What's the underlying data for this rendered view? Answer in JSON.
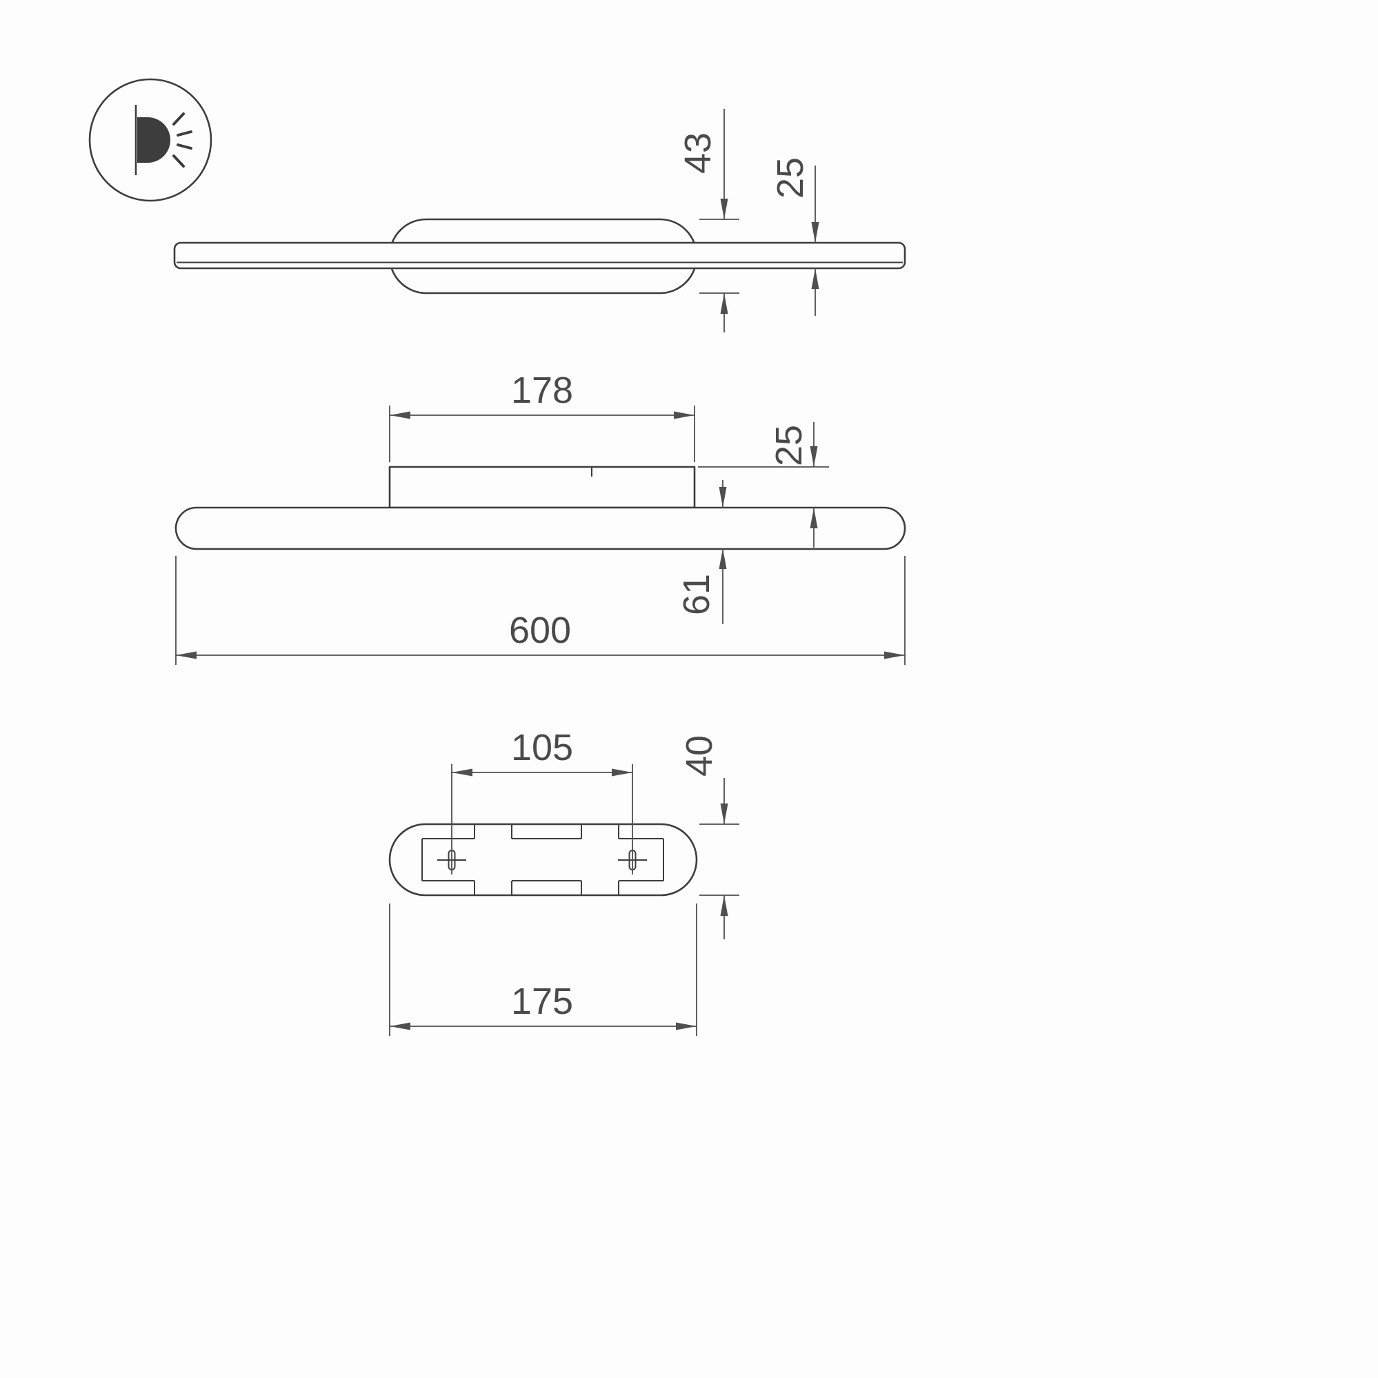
{
  "drawing": {
    "type": "technical-drawing",
    "product": "wall-light-fixture",
    "colors": {
      "line": "#3d3d3d",
      "dim": "#4f4f4f",
      "text": "#4a4a4a",
      "background": "#fdfdfd"
    },
    "legend": {
      "icon": "wall-light-icon"
    },
    "views": {
      "side_profile": {
        "name": "side-profile-view",
        "dims": {
          "head_height": "43",
          "bar_thickness": "25"
        }
      },
      "front": {
        "name": "front-view",
        "dims": {
          "head_width": "178",
          "head_offset": "25",
          "bar_height": "61",
          "total_width": "600"
        }
      },
      "mounting_plate": {
        "name": "mounting-plate-view",
        "dims": {
          "hole_spacing": "105",
          "plate_height": "40",
          "plate_width": "175"
        }
      }
    }
  }
}
